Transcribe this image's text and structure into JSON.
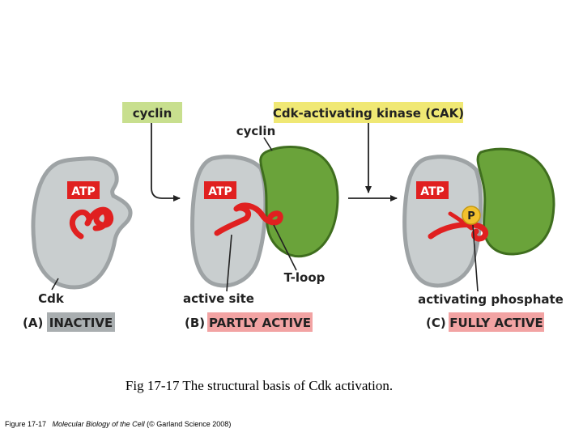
{
  "top_labels": {
    "cyclin_box": "cyclin",
    "cak_box": "Cdk-activating kinase (CAK)",
    "cyclin_small": "cyclin"
  },
  "panels": [
    {
      "letter": "(A)",
      "state": "INACTIVE",
      "state_color": "#a9aeb0",
      "atp": "ATP"
    },
    {
      "letter": "(B)",
      "state": "PARTLY ACTIVE",
      "state_color": "#f2a3a3",
      "atp": "ATP"
    },
    {
      "letter": "(C)",
      "state": "FULLY ACTIVE",
      "state_color": "#f2a3a3",
      "atp": "ATP"
    }
  ],
  "annotations": {
    "cdk": "Cdk",
    "active_site": "active site",
    "t_loop": "T-loop",
    "activating_phosphate": "activating phosphate",
    "phosphate": "P"
  },
  "caption": "Fig 17-17 The structural basis of Cdk activation.",
  "credit": {
    "figure": "Figure 17-17",
    "book": "Molecular Biology of the Cell",
    "publisher": "(© Garland Science 2008)"
  },
  "colors": {
    "cdk_fill": "#c9cecf",
    "cdk_edge": "#9ea3a5",
    "cyclin_fill": "#6aa33a",
    "cyclin_edge": "#3f6e1e",
    "atp_red": "#e02020",
    "cyclin_box": "#c8df8e",
    "cak_box": "#f0e874",
    "phosphate": "#f2c12e"
  }
}
